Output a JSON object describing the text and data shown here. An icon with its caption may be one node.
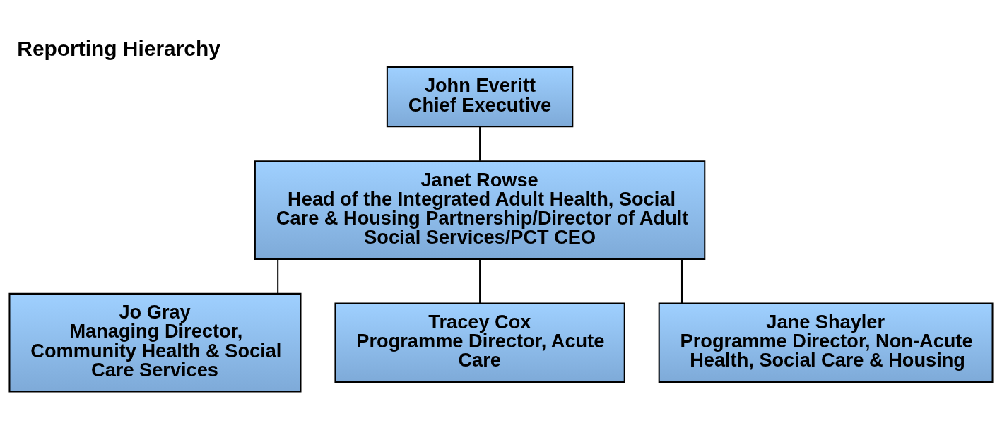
{
  "diagram": {
    "title": "Reporting Hierarchy",
    "nodes": [
      {
        "text": [
          "John Everitt",
          "Chief Executive"
        ]
      },
      {
        "text": [
          "Janet Rowse",
          "Head of the Integrated Adult Health, Social Care & Housing Partnership/Director of Adult Social Services/PCT CEO"
        ]
      },
      {
        "text": [
          "Jo Gray",
          "Managing Director, Community Health & Social Care Services"
        ]
      },
      {
        "text": [
          "Tracey Cox",
          "Programme Director, Acute Care"
        ]
      },
      {
        "text": [
          "Jane Shayler",
          "Programme Director, Non-Acute Health, Social Care & Housing"
        ]
      }
    ],
    "edges": [
      {
        "from": 0,
        "to": 1,
        "arrow": "none"
      },
      {
        "from": 1,
        "to": 2,
        "arrow": "none"
      },
      {
        "from": 1,
        "to": 3,
        "arrow": "none"
      },
      {
        "from": 1,
        "to": 4,
        "arrow": "none"
      }
    ]
  }
}
